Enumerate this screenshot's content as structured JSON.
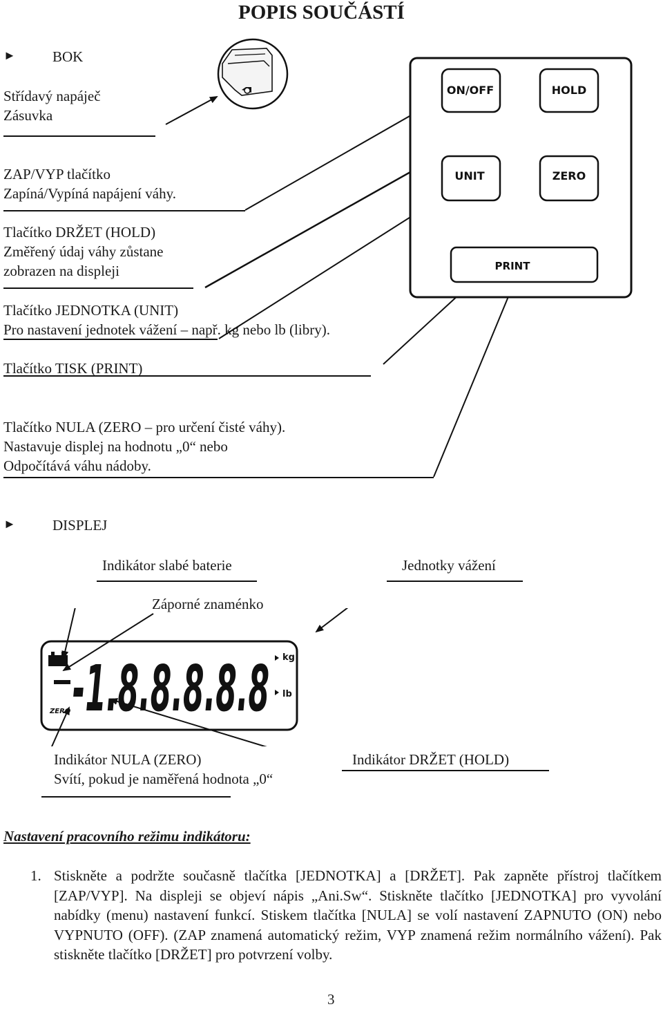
{
  "title": "POPIS SOUČÁSTÍ",
  "bok": {
    "bullet": "►",
    "heading": "BOK",
    "items": [
      {
        "lines": [
          "Střídavý napáječ",
          "Zásuvka"
        ]
      },
      {
        "lines": [
          "ZAP/VYP tlačítko",
          "Zapíná/Vypíná napájení váhy."
        ]
      },
      {
        "lines": [
          "Tlačítko DRŽET (HOLD)",
          "Změřený údaj váhy zůstane",
          "zobrazen na displeji"
        ]
      },
      {
        "lines": [
          "Tlačítko JEDNOTKA (UNIT)",
          "Pro nastavení jednotek vážení – např. kg nebo lb (libry)."
        ]
      },
      {
        "lines": [
          "Tlačítko TISK (PRINT)"
        ]
      },
      {
        "lines": [
          "Tlačítko NULA (ZERO – pro určení čisté váhy).",
          "Nastavuje displej na hodnotu „0“ nebo",
          "Odpočítává váhu nádoby."
        ]
      }
    ]
  },
  "panel": {
    "buttons": {
      "onoff": "ON/OFF",
      "hold": "HOLD",
      "unit": "UNIT",
      "zero": "ZERO",
      "print": "PRINT"
    }
  },
  "display_section": {
    "bullet": "►",
    "heading": "DISPLEJ",
    "labels": {
      "battery": "Indikátor slabé baterie",
      "units": "Jednotky vážení",
      "negative": "Záporné znaménko",
      "zero_line1": "Indikátor NULA (ZERO)",
      "zero_line2": "Svítí, pokud je naměřená hodnota „0“",
      "hold": "Indikátor DRŽET (HOLD)"
    },
    "lcd": {
      "digits": "-1.8.8.8.8.8",
      "unit_kg": "kg",
      "unit_lb": "lb",
      "zero_label": "ZERO",
      "battery_icon": "battery-icon"
    }
  },
  "settings": {
    "heading": "Nastavení pracovního režimu indikátoru:",
    "item_number": "1.",
    "item_text": "Stiskněte a podržte současně tlačítka [JEDNOTKA] a [DRŽET]. Pak zapněte přístroj tlačítkem [ZAP/VYP]. Na displeji se objeví nápis „Ani.Sw“. Stiskněte tlačítko [JEDNOTKA] pro vyvolání nabídky (menu) nastavení funkcí. Stiskem tlačítka [NULA] se volí nastavení ZAPNUTO (ON) nebo VYPNUTO (OFF). (ZAP znamená automatický režim, VYP znamená režim normálního vážení). Pak stiskněte tlačítko [DRŽET] pro potvrzení volby."
  },
  "page_number": "3"
}
